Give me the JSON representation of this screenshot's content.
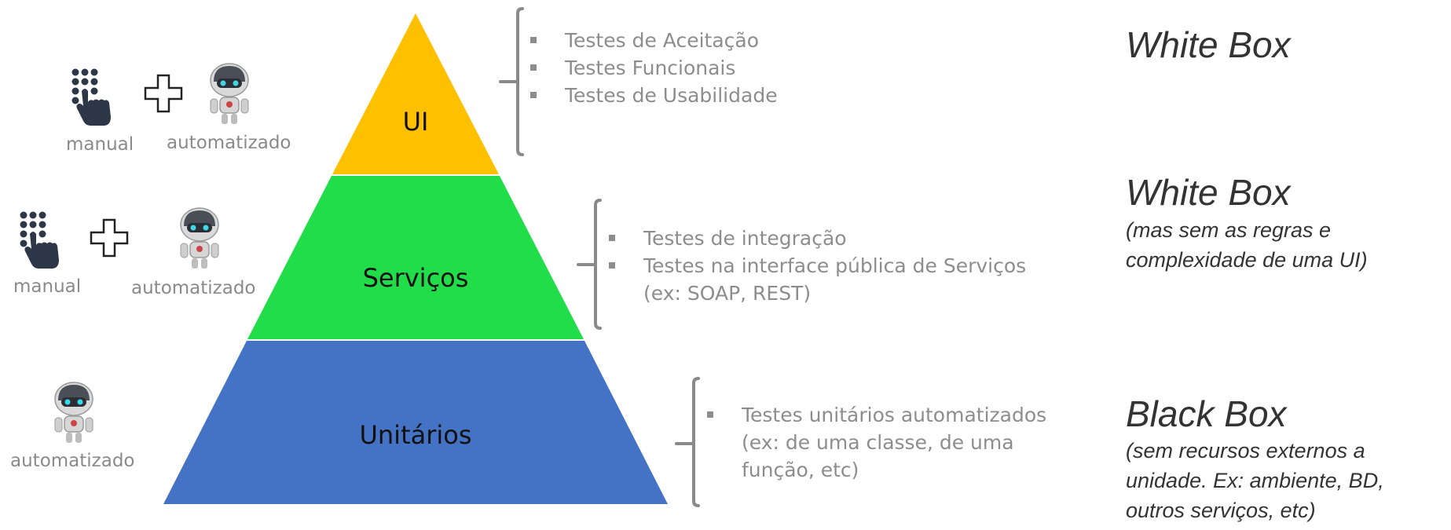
{
  "pyramid": {
    "levels": [
      {
        "label": "UI",
        "color": "#FFC000"
      },
      {
        "label": "Serviços",
        "color": "#22DD4A"
      },
      {
        "label": "Unitários",
        "color": "#4472C4"
      }
    ]
  },
  "groups": [
    {
      "bullets": [
        [
          "Testes de Aceitação"
        ],
        [
          "Testes Funcionais"
        ],
        [
          "Testes de Usabilidade"
        ]
      ],
      "box_title": "White Box",
      "box_note": [],
      "icons": [
        {
          "icon": "hand-touch-icon",
          "caption": "manual"
        },
        {
          "icon": "plus-icon",
          "caption": ""
        },
        {
          "icon": "robot-icon",
          "caption": "automatizado"
        }
      ]
    },
    {
      "bullets": [
        [
          "Testes de integração"
        ],
        [
          "Testes na interface pública de Serviços",
          "(ex: SOAP, REST)"
        ]
      ],
      "box_title": "White Box",
      "box_note": [
        "(mas sem as regras e",
        "complexidade de uma UI)"
      ],
      "icons": [
        {
          "icon": "hand-touch-icon",
          "caption": "manual"
        },
        {
          "icon": "plus-icon",
          "caption": ""
        },
        {
          "icon": "robot-icon",
          "caption": "automatizado"
        }
      ]
    },
    {
      "bullets": [
        [
          "Testes unitários automatizados",
          "(ex: de uma classe, de uma",
          "função, etc)"
        ]
      ],
      "box_title": "Black Box",
      "box_note": [
        "(sem recursos externos a",
        "unidade. Ex: ambiente, BD,",
        "outros serviços, etc)"
      ],
      "icons": [
        {
          "icon": "robot-icon",
          "caption": "automatizado"
        }
      ]
    }
  ]
}
